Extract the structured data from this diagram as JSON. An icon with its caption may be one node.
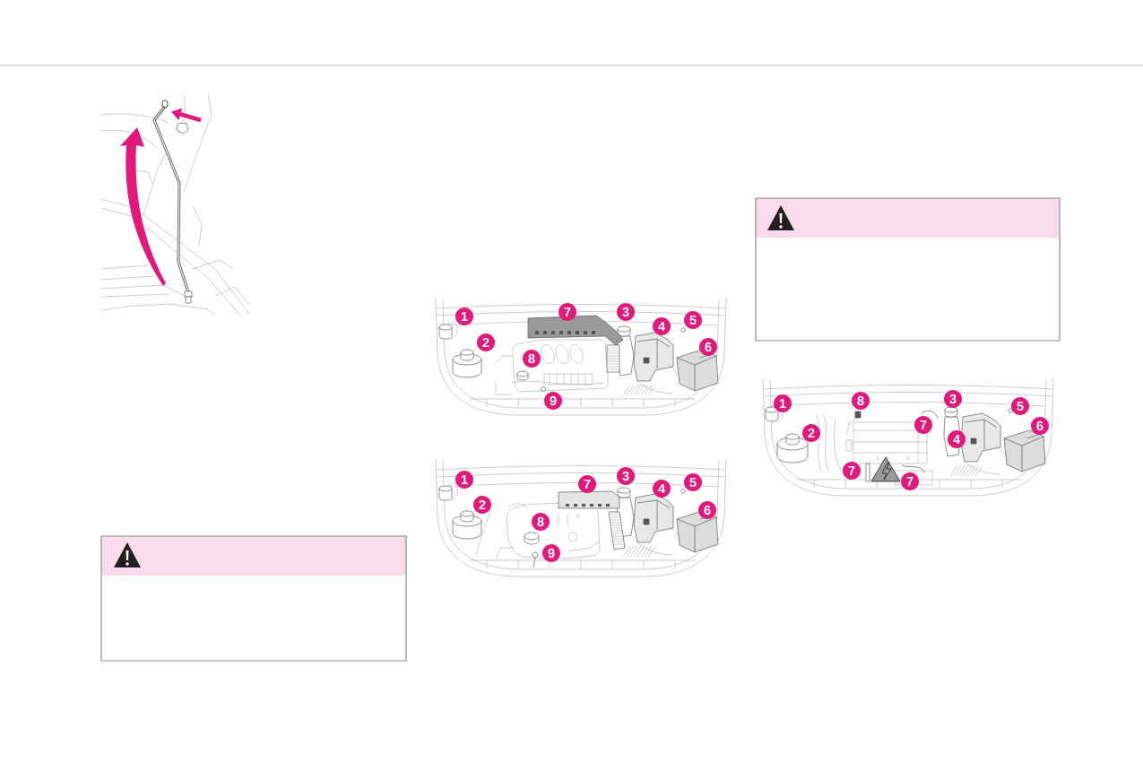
{
  "diagram": {
    "labels": [
      "1",
      "7",
      "3",
      "4",
      "5",
      "2",
      "6",
      "8",
      "9",
      "1",
      "7",
      "3",
      "4",
      "5",
      "2",
      "6",
      "8",
      "9",
      "1",
      "8",
      "3",
      "5",
      "2",
      "7",
      "4",
      "6",
      "7",
      "7"
    ]
  }
}
